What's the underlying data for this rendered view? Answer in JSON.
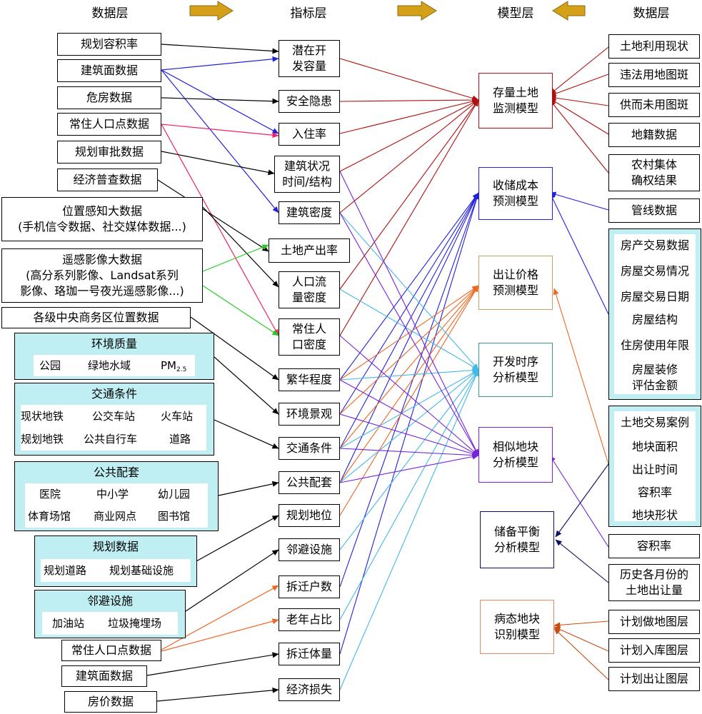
{
  "headers": {
    "data_left": "数据层",
    "indicator": "指标层",
    "model": "模型层",
    "data_right": "数据层"
  },
  "left_data": {
    "plan_far": "规划容积率",
    "building_area": "建筑面数据",
    "danger_house": "危房数据",
    "resident_points": "常住人口点数据",
    "plan_approval": "规划审批数据",
    "econ_census": "经济普查数据",
    "location_big_line1": "位置感知大数据",
    "location_big_line2": "(手机信令数据、社交媒体数据...)",
    "rs_big_line1": "遥感影像大数据",
    "rs_big_line2": "(高分系列影像、Landsat系列",
    "rs_big_line3": "影像、珞珈一号夜光遥感影像...)",
    "cbd_location": "各级中央商务区位置数据",
    "resident_points_2": "常住人口点数据",
    "building_area_2": "建筑面数据",
    "house_price": "房价数据"
  },
  "panels": {
    "env": {
      "title": "环境质量",
      "items": [
        "公园",
        "绿地水域",
        "PM",
        "2.5"
      ]
    },
    "traffic": {
      "title": "交通条件",
      "items": [
        "现状地铁",
        "公交车站",
        "火车站",
        "规划地铁",
        "公共自行车",
        "道路"
      ]
    },
    "public": {
      "title": "公共配套",
      "items": [
        "医院",
        "中小学",
        "幼儿园",
        "体育场馆",
        "商业网点",
        "图书馆"
      ]
    },
    "planning": {
      "title": "规划数据",
      "items": [
        "规划道路",
        "规划基础设施"
      ]
    },
    "nimby": {
      "title": "邻避设施",
      "items": [
        "加油站",
        "垃圾掩埋场"
      ]
    }
  },
  "indicators": {
    "dev_potential_1": "潜在开",
    "dev_potential_2": "发容量",
    "safety": "安全隐患",
    "occupancy": "入住率",
    "bldg_status_1": "建筑状况",
    "bldg_status_2": "时间/结构",
    "bldg_density": "建筑密度",
    "land_output": "土地产出率",
    "flow_density_1": "人口流",
    "flow_density_2": "量密度",
    "res_density_1": "常住人",
    "res_density_2": "口密度",
    "prosperity": "繁华程度",
    "landscape": "环境景观",
    "traffic": "交通条件",
    "public": "公共配套",
    "plan_position": "规划地位",
    "nimby": "邻避设施",
    "relocate_households": "拆迁户数",
    "elderly_ratio": "老年占比",
    "relocate_volume": "拆迁体量",
    "econ_loss": "经济损失"
  },
  "models": {
    "stock_monitor_1": "存量土地",
    "stock_monitor_2": "监测模型",
    "reserve_cost_1": "收储成本",
    "reserve_cost_2": "预测模型",
    "transfer_price_1": "出让价格",
    "transfer_price_2": "预测模型",
    "dev_timing_1": "开发时序",
    "dev_timing_2": "分析模型",
    "similar_parcel_1": "相似地块",
    "similar_parcel_2": "分析模型",
    "reserve_balance_1": "储备平衡",
    "reserve_balance_2": "分析模型",
    "sick_parcel_1": "病态地块",
    "sick_parcel_2": "识别模型"
  },
  "right_data": {
    "land_use": "土地利用现状",
    "illegal_land": "违法用地图斑",
    "unused_supply": "供而未用图斑",
    "cadastral": "地籍数据",
    "rural_collective_1": "农村集体",
    "rural_collective_2": "确权结果",
    "pipeline": "管线数据",
    "house_trade": {
      "title": "房产交易数据",
      "items": [
        "房屋交易情况",
        "房屋交易日期",
        "房屋结构",
        "住房使用年限",
        "房屋装修",
        "评估金额"
      ]
    },
    "land_trade": {
      "title": "土地交易案例",
      "items": [
        "地块面积",
        "出让时间",
        "容积率",
        "地块形状"
      ]
    },
    "far": "容积率",
    "monthly_supply_1": "历史各月份的",
    "monthly_supply_2": "土地出让量",
    "plan_make": "计划做地图层",
    "plan_store": "计划入库图层",
    "plan_transfer": "计划出让图层"
  },
  "colors": {
    "arrow_header": "#d4a017",
    "stock": "#b01010",
    "reserve_cost": "#2222dd",
    "transfer": "#ee6622",
    "timing": "#44b8e8",
    "similar": "#7722dd",
    "balance": "#101060",
    "sick": "#c84d10",
    "green": "#22cc22",
    "pink": "#ee2266",
    "panel_bg": "#bfeff3"
  }
}
